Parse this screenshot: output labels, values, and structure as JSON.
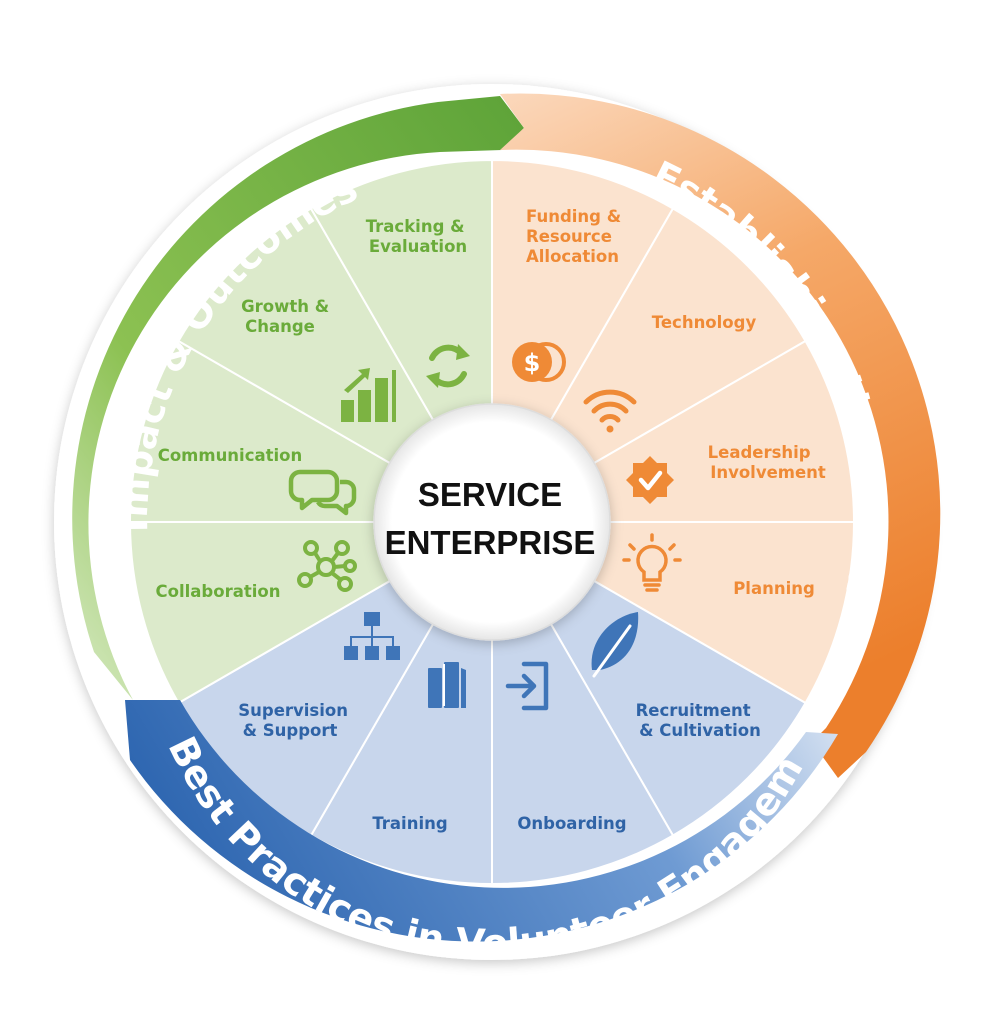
{
  "center": {
    "line1": "SERVICE",
    "line2": "ENTERPRISE"
  },
  "arcs": {
    "impact": {
      "label": "Impact & Outcomes"
    },
    "foundation": {
      "label": "Establishing the Foundation"
    },
    "practices": {
      "label": "Best Practices in Volunteer Engagement"
    }
  },
  "segments": {
    "tracking": {
      "line1": "Tracking &",
      "line2": "Evaluation",
      "icon": "refresh-cycle-icon"
    },
    "growth": {
      "line1": "Growth &",
      "line2": "Change",
      "icon": "bar-chart-growth-icon"
    },
    "communication": {
      "line1": "Communication",
      "icon": "chat-bubbles-icon"
    },
    "collaboration": {
      "line1": "Collaboration",
      "icon": "network-hub-icon"
    },
    "funding": {
      "line1": "Funding &",
      "line2": "Resource",
      "line3": "Allocation",
      "icon": "coins-dollar-icon"
    },
    "technology": {
      "line1": "Technology",
      "icon": "wifi-icon"
    },
    "leadership": {
      "line1": "Leadership",
      "line2": "Involvement",
      "icon": "badge-check-icon"
    },
    "planning": {
      "line1": "Planning",
      "icon": "lightbulb-icon"
    },
    "recruitment": {
      "line1": "Recruitment",
      "line2": "& Cultivation",
      "icon": "leaf-icon"
    },
    "onboarding": {
      "line1": "Onboarding",
      "icon": "sign-in-icon"
    },
    "training": {
      "line1": "Training",
      "icon": "books-icon"
    },
    "supervision": {
      "line1": "Supervision",
      "line2": "& Support",
      "icon": "org-chart-icon"
    }
  },
  "colors": {
    "green": "#7cb342",
    "green_text": "#6aab3a",
    "orange": "#f08c3c",
    "orange_text": "#ef8a36",
    "blue": "#3f75b8",
    "blue_text": "#2f63a6"
  }
}
